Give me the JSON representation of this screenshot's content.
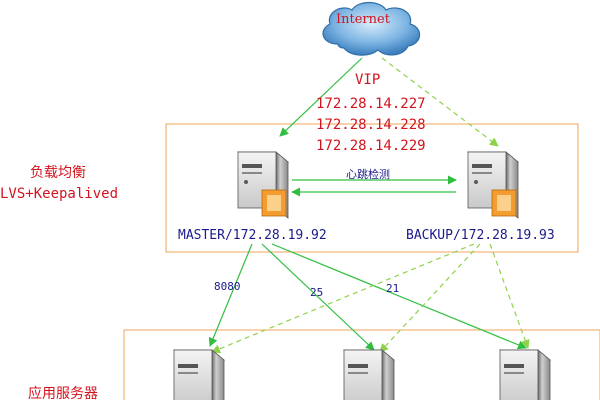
{
  "internet": {
    "label": "Internet"
  },
  "vip": {
    "title": "VIP",
    "addresses": [
      "172.28.14.227",
      "172.28.14.228",
      "172.28.14.229"
    ]
  },
  "lb_group": {
    "label_line1": "负载均衡",
    "label_line2": "LVS+Keepalived"
  },
  "app_group": {
    "label": "应用服务器"
  },
  "heartbeat": {
    "label": "心跳检测"
  },
  "servers": {
    "master": {
      "label": "MASTER/172.28.19.92"
    },
    "backup": {
      "label": "BACKUP/172.28.19.93"
    }
  },
  "ports": [
    "8080",
    "25",
    "21"
  ],
  "colors": {
    "accent_red": "#d2141e",
    "link_green": "#2fbf3f",
    "backup_link_green": "#8fd24a",
    "group_border": "#f2a65a",
    "label_blue": "#1a1a8c"
  },
  "icons": [
    "cloud-icon",
    "server-icon",
    "arrow-icon"
  ]
}
